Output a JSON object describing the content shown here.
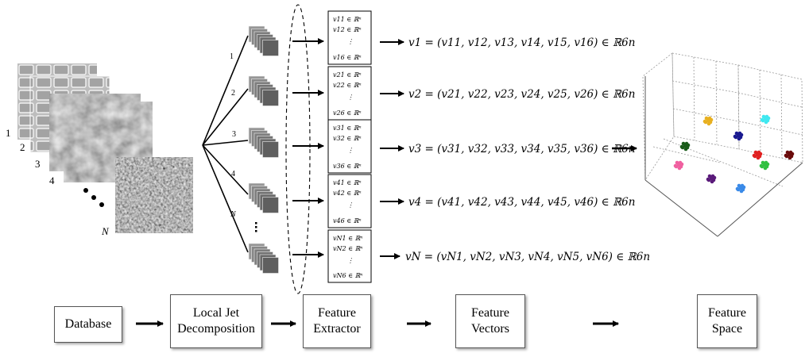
{
  "image_labels": [
    "1",
    "2",
    "3",
    "4",
    "N"
  ],
  "branch_labels": [
    "1",
    "2",
    "3",
    "4",
    "N"
  ],
  "feature_boxes": [
    {
      "rows": [
        "v11 ∈ ℝⁿ",
        "v12 ∈ ℝⁿ",
        "⋮",
        "v16 ∈ ℝⁿ"
      ]
    },
    {
      "rows": [
        "v21 ∈ ℝⁿ",
        "v22 ∈ ℝⁿ",
        "⋮",
        "v26 ∈ ℝⁿ"
      ]
    },
    {
      "rows": [
        "v31 ∈ ℝⁿ",
        "v32 ∈ ℝⁿ",
        "⋮",
        "v36 ∈ ℝⁿ"
      ]
    },
    {
      "rows": [
        "v41 ∈ ℝⁿ",
        "v42 ∈ ℝⁿ",
        "⋮",
        "v46 ∈ ℝⁿ"
      ]
    },
    {
      "rows": [
        "vN1 ∈ ℝⁿ",
        "vN2 ∈ ℝⁿ",
        "⋮",
        "vN6 ∈ ℝⁿ"
      ]
    }
  ],
  "vector_equations": [
    "v1 = (v11, v12, v13, v14, v15, v16) ∈ ℝ6n",
    "v2 = (v21, v22, v23, v24, v25, v26) ∈ ℝ6n",
    "v3 = (v31, v32, v33, v34, v35, v36) ∈ ℝ6n",
    "v4 = (v41, v42, v43, v44, v45, v46) ∈ ℝ6n",
    "vN = (vN1, vN2, vN3, vN4, vN5, vN6) ∈ ℝ6n"
  ],
  "pipeline": {
    "database": "Database",
    "jet_line1": "Local Jet",
    "jet_line2": "Decomposition",
    "extractor_line1": "Feature",
    "extractor_line2": "Extractor",
    "vectors_line1": "Feature",
    "vectors_line2": "Vectors",
    "space_line1": "Feature",
    "space_line2": "Space"
  },
  "cluster_colors": [
    "#1a5c1a",
    "#e8b020",
    "#f060a0",
    "#5a1a7a",
    "#1a1a90",
    "#40e8f0",
    "#3a8ae8",
    "#e02020",
    "#30c040",
    "#6a0a0a"
  ]
}
